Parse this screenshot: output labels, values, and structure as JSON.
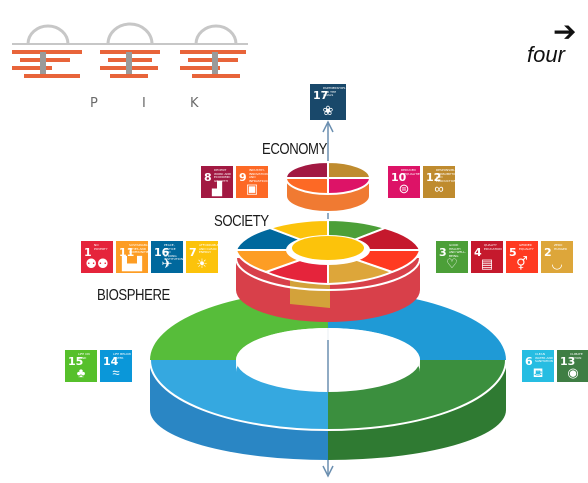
{
  "logo": {
    "text": "P I K"
  },
  "headline": {
    "arrow": "➔",
    "text": "four"
  },
  "layers": {
    "economy": "ECONOMY",
    "society": "SOCIETY",
    "biosphere": "BIOSPHERE"
  },
  "goals": {
    "g17": {
      "num": "17",
      "label": "PARTNERSHIPS FOR THE GOALS",
      "color": "#19486A",
      "icon": "flower-icon"
    },
    "g8": {
      "num": "8",
      "label": "DECENT WORK AND ECONOMIC GROWTH",
      "color": "#A21942",
      "icon": "growth-chart-icon"
    },
    "g9": {
      "num": "9",
      "label": "INDUSTRY, INNOVATION AND INFRASTRUCTURE",
      "color": "#FD6925",
      "icon": "cubes-icon"
    },
    "g10": {
      "num": "10",
      "label": "REDUCED INEQUALITIES",
      "color": "#DD1367",
      "icon": "equal-icon"
    },
    "g12": {
      "num": "12",
      "label": "RESPONSIBLE CONSUMPTION AND PRODUCTION",
      "color": "#BF8B2E",
      "icon": "infinity-icon"
    },
    "g1": {
      "num": "1",
      "label": "NO POVERTY",
      "color": "#E5243B",
      "icon": "family-icon"
    },
    "g11": {
      "num": "11",
      "label": "SUSTAINABLE CITIES AND COMMUNITIES",
      "color": "#FD9D24",
      "icon": "city-icon"
    },
    "g16": {
      "num": "16",
      "label": "PEACE, JUSTICE AND STRONG INSTITUTIONS",
      "color": "#00689D",
      "icon": "dove-icon"
    },
    "g7": {
      "num": "7",
      "label": "AFFORDABLE AND CLEAN ENERGY",
      "color": "#FCC30B",
      "icon": "sun-icon"
    },
    "g3": {
      "num": "3",
      "label": "GOOD HEALTH AND WELL-BEING",
      "color": "#4C9F38",
      "icon": "heartbeat-icon"
    },
    "g4": {
      "num": "4",
      "label": "QUALITY EDUCATION",
      "color": "#C5192D",
      "icon": "book-icon"
    },
    "g5": {
      "num": "5",
      "label": "GENDER EQUALITY",
      "color": "#FF3A21",
      "icon": "gender-icon"
    },
    "g2": {
      "num": "2",
      "label": "ZERO HUNGER",
      "color": "#DDA63A",
      "icon": "bowl-icon"
    },
    "g15": {
      "num": "15",
      "label": "LIFE ON LAND",
      "color": "#56C02B",
      "icon": "tree-icon"
    },
    "g14": {
      "num": "14",
      "label": "LIFE BELOW WATER",
      "color": "#0A97D9",
      "icon": "fish-icon"
    },
    "g6": {
      "num": "6",
      "label": "CLEAN WATER AND SANITATION",
      "color": "#26BDE2",
      "icon": "water-drop-icon"
    },
    "g13": {
      "num": "13",
      "label": "CLIMATE ACTION",
      "color": "#3F7E44",
      "icon": "eye-icon"
    }
  }
}
